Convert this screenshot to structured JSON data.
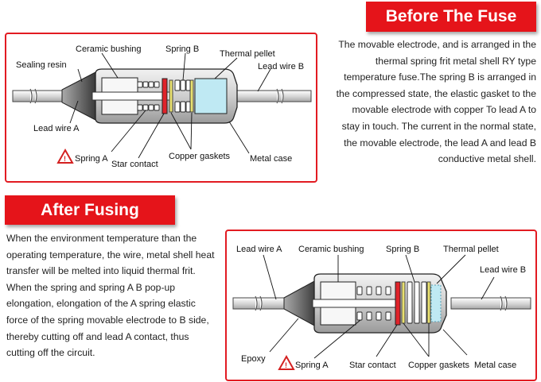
{
  "before": {
    "title": "Before The Fuse",
    "description": "The movable electrode, and is arranged in the thermal spring frit metal shell RY type temperature fuse.The spring B is arranged in the compressed state, the elastic gasket to the movable electrode with copper To lead A to stay in touch. The current in the normal state, the movable electrode, the lead A and lead B conductive metal shell.",
    "labels": {
      "ceramic_bushing": "Ceramic bushing",
      "spring_b": "Spring B",
      "thermal_pellet": "Thermal pellet",
      "sealing_resin": "Sealing resin",
      "lead_wire_b": "Lead wire B",
      "lead_wire_a": "Lead wire A",
      "spring_a": "Spring A",
      "star_contact": "Star contact",
      "copper_gaskets": "Copper gaskets",
      "metal_case": "Metal case"
    }
  },
  "after": {
    "title": "After Fusing",
    "description": "When the environment temperature than the operating temperature, the wire, metal shell heat transfer will be melted into liquid thermal frit. When the spring and spring A B pop-up elongation, elongation of the A spring elastic force of the spring movable electrode to B side, thereby cutting off and lead A contact, thus cutting off the circuit.",
    "labels": {
      "lead_wire_a": "Lead wire A",
      "ceramic_bushing": "Ceramic bushing",
      "spring_b": "Spring B",
      "thermal_pellet": "Thermal pellet",
      "lead_wire_b": "Lead wire B",
      "epoxy": "Epoxy",
      "spring_a": "Spring A",
      "star_contact": "Star contact",
      "copper_gaskets": "Copper gaskets",
      "metal_case": "Metal case"
    }
  },
  "colors": {
    "accent": "#e5141a",
    "pellet": "#bfe9f3",
    "gasket": "#e8e070",
    "star_contact": "#e0232a"
  }
}
